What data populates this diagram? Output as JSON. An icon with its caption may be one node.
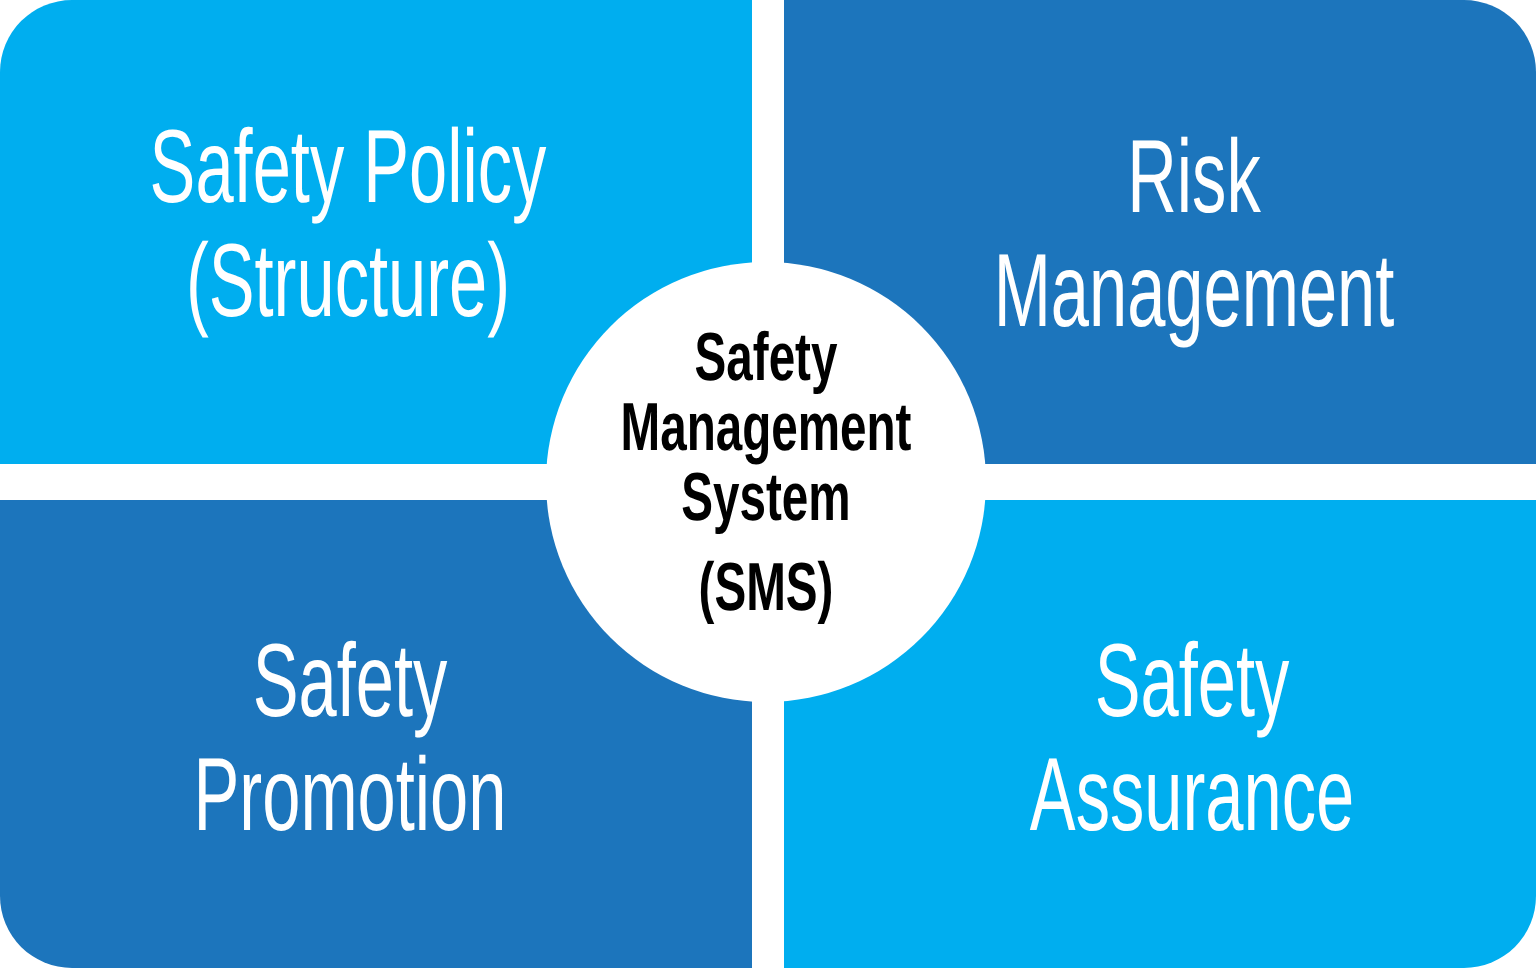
{
  "diagram": {
    "nodes": [
      {
        "text": [
          "Safety Policy (Structure)"
        ]
      },
      {
        "text": [
          "Risk Management"
        ]
      },
      {
        "text": [
          "Safety Management System",
          "(SMS)"
        ]
      },
      {
        "text": [
          "Safety Promotion"
        ]
      },
      {
        "text": [
          "Safety Assurance"
        ]
      }
    ]
  }
}
